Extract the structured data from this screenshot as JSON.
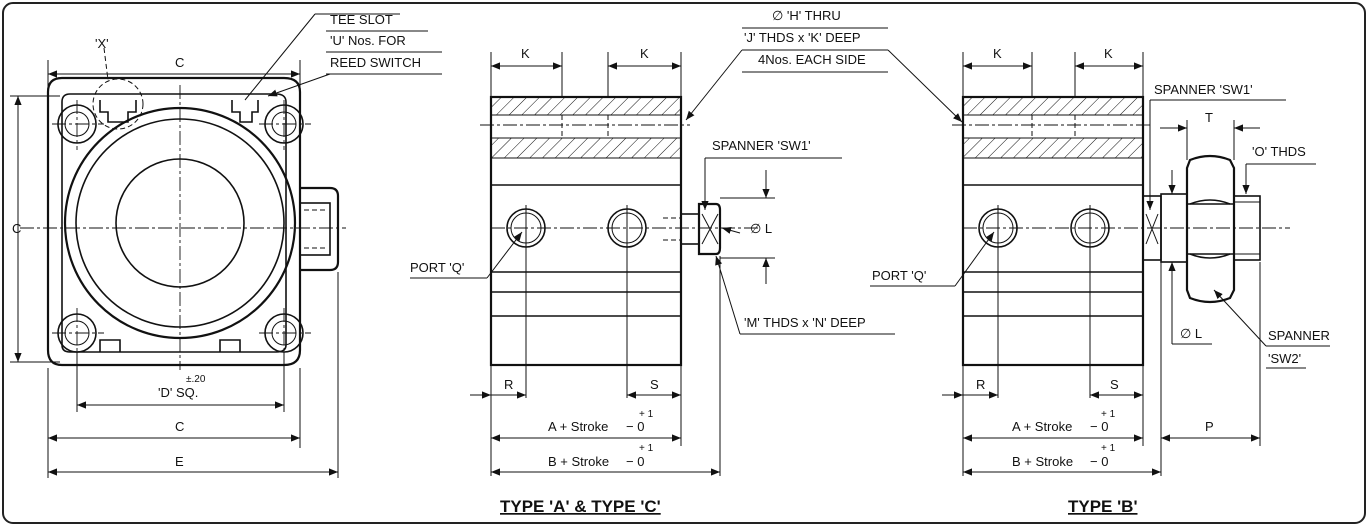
{
  "labels": {
    "tee_slot_1": "TEE SLOT",
    "tee_slot_2": "'U' Nos. FOR",
    "tee_slot_3": "REED SWITCH",
    "x_detail": "'X'",
    "c": "C",
    "c_side": "C",
    "d_tol": "±.20",
    "d_sq": "'D' SQ.",
    "c_bottom": "C",
    "e": "E",
    "k": "K",
    "h_thru": "∅ 'H' THRU",
    "j_thds": "'J' THDS x 'K' DEEP",
    "four_nos": "4Nos. EACH SIDE",
    "spanner_sw1": "SPANNER 'SW1'",
    "phi_l": "∅ L",
    "port_q": "PORT 'Q'",
    "m_thds": "'M' THDS x 'N' DEEP",
    "r": "R",
    "s": "S",
    "a_stroke": "A + Stroke",
    "b_stroke": "B + Stroke",
    "tol_plus": "+ 1",
    "tol_minus": "− 0",
    "t": "T",
    "o_thds": "'O' THDS",
    "spanner": "SPANNER",
    "sw2": "'SW2'",
    "p": "P"
  },
  "titles": {
    "type_ac": "TYPE 'A' & TYPE 'C'",
    "type_b": "TYPE 'B'"
  },
  "colors": {
    "background": "#ffffff",
    "line": "#111111",
    "frame": "#222222"
  }
}
